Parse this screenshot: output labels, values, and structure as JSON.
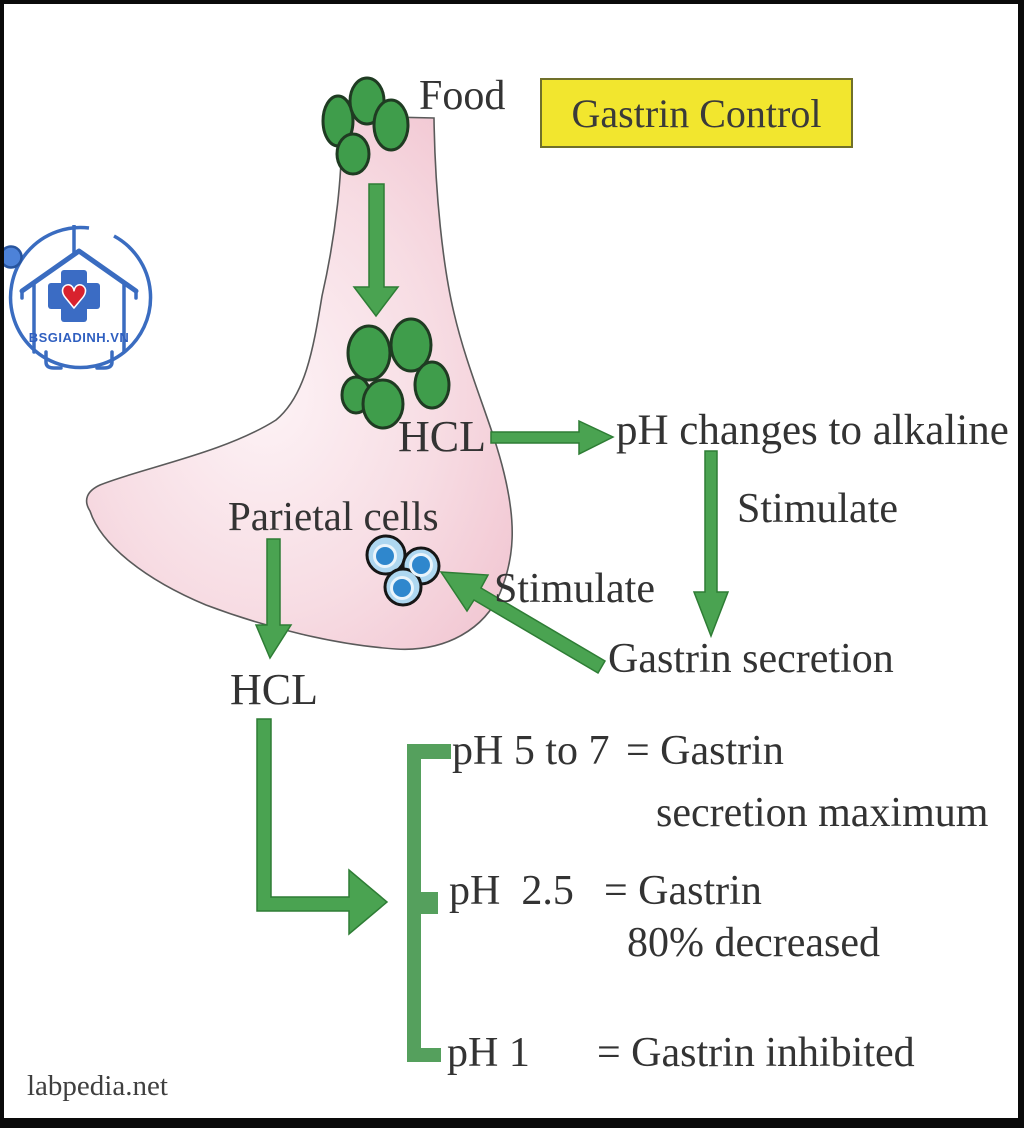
{
  "header": {
    "title": "Gastrin Control"
  },
  "diagram": {
    "food_label": "Food",
    "hcl_upper_label": "HCL",
    "ph_alkaline_label": "pH changes to alkaline",
    "stimulate_right_label": "Stimulate",
    "gastrin_secretion_label": "Gastrin secretion",
    "stimulate_left_label": "Stimulate",
    "parietal_cells_label": "Parietal cells",
    "hcl_lower_label": "HCL"
  },
  "ph_scale": [
    {
      "ph": "pH 5 to 7",
      "result": "= Gastrin",
      "detail": "secretion maximum"
    },
    {
      "ph": "pH  2.5",
      "result": "= Gastrin",
      "detail": "80% decreased"
    },
    {
      "ph": "pH 1",
      "result": "= Gastrin inhibited",
      "detail": ""
    }
  ],
  "watermark": {
    "logo_text": "BSGIADINH.VN"
  },
  "footer": {
    "source": "labpedia.net"
  },
  "colors": {
    "title_bg": "#f2e62e",
    "title_border": "#70702a",
    "arrow_green": "#4aa351",
    "bracket_green": "#55a05d",
    "cell_green": "#3f9d4b",
    "stomach_edge": "#eec3d0",
    "stomach_center": "#fdf3f6",
    "parietal_blue": "#aed7f0",
    "parietal_ring": "#e9f4fb",
    "parietal_nucleus": "#2f87cd",
    "logo_blue": "#3a6cc0",
    "cross_blue": "#3b6cc4",
    "heart_red": "#d8222e",
    "text_dark": "#333333"
  }
}
